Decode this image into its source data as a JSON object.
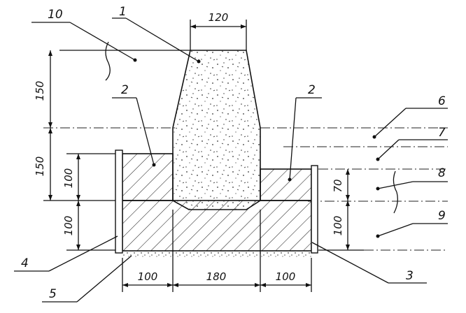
{
  "dimensions": {
    "top_width": "120",
    "left_upper": "150",
    "left_lower": "150",
    "left_col_upper": "100",
    "left_col_lower": "100",
    "right_upper": "70",
    "right_lower": "100",
    "bottom_left": "100",
    "bottom_mid": "180",
    "bottom_right": "100"
  },
  "labels": {
    "l1": "1",
    "l2a": "2",
    "l2b": "2",
    "l3": "3",
    "l4": "4",
    "l5": "5",
    "l6": "6",
    "l7": "7",
    "l8": "8",
    "l9": "9",
    "l10": "10"
  }
}
